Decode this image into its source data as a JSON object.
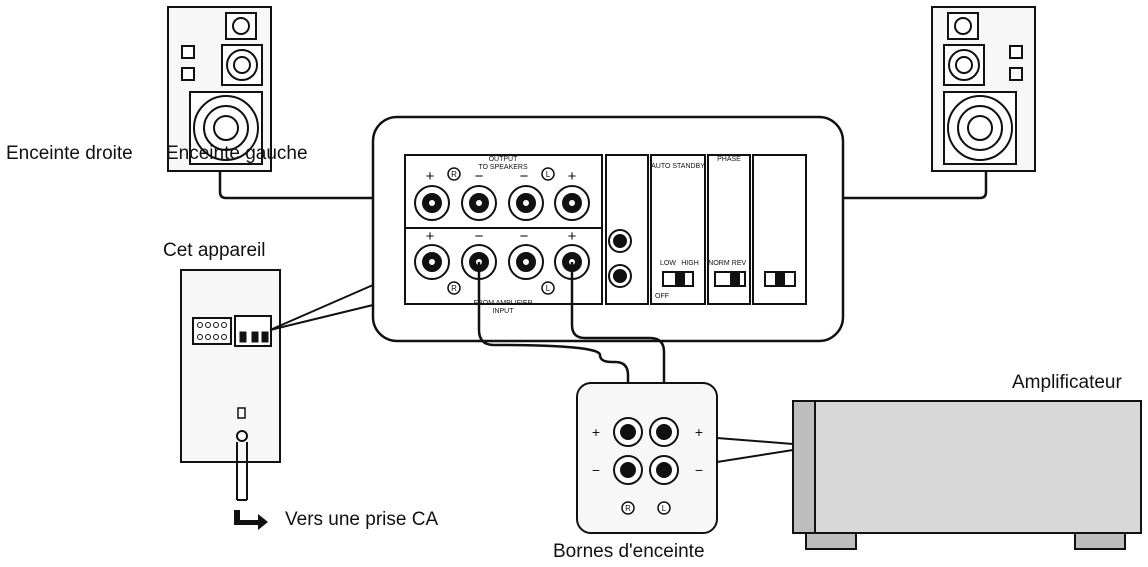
{
  "labels": {
    "right_speaker": "Enceinte droite",
    "left_speaker": "Enceinte gauche",
    "this_unit": "Cet appareil",
    "amplifier": "Amplificateur",
    "ac_outlet": "Vers une prise CA",
    "speaker_terminals": "Bornes d'enceinte"
  },
  "panel": {
    "output_title": "OUTPUT",
    "to_speakers": "TO SPEAKERS",
    "from_amplifier": "FROM AMPLIFIER",
    "input_title": "INPUT",
    "channel_r": "R",
    "channel_l": "L",
    "plus": "+",
    "minus": "−",
    "auto_standby": "AUTO STANDBY",
    "low": "LOW",
    "high": "HIGH",
    "off": "OFF",
    "phase": "PHASE",
    "norm": "NORM",
    "rev": "REV"
  },
  "colors": {
    "line": "#111111",
    "box_fill": "#f2f2f2",
    "amp_fill": "#d8d8d8",
    "amp_dark": "#bdbdbd"
  }
}
